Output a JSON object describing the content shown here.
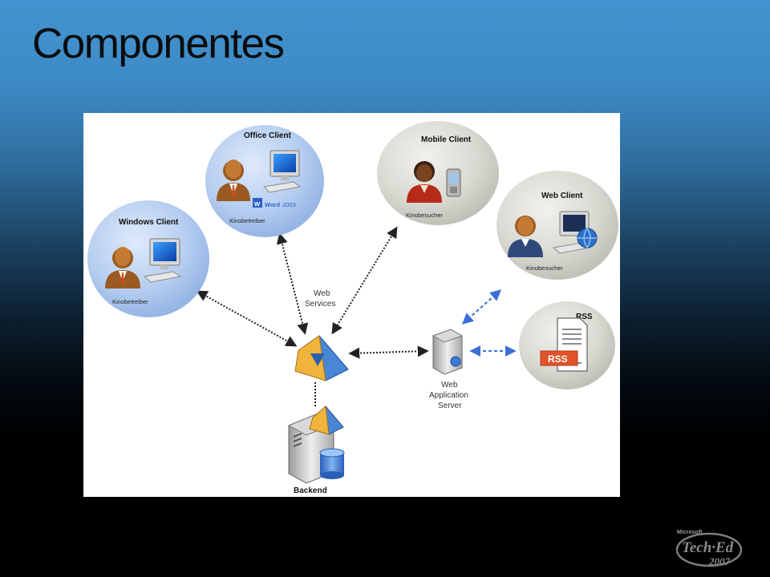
{
  "slide": {
    "title": "Componentes"
  },
  "diagram": {
    "nodes": {
      "office_client": {
        "title": "Office Client",
        "caption": "Kinobetreiber",
        "badge": "Word",
        "badge_year": "2003"
      },
      "windows_client": {
        "title": "Windows Client",
        "caption": "Kinobetreiber"
      },
      "mobile_client": {
        "title": "Mobile Client",
        "caption": "Kinobesucher"
      },
      "web_client": {
        "title": "Web Client",
        "caption": "Kinobesucher"
      },
      "rss": {
        "title": "RSS",
        "badge": "RSS"
      },
      "web_services": {
        "line1": "Web",
        "line2": "Services"
      },
      "web_app_server": {
        "line1": "Web",
        "line2": "Application",
        "line3": "Server"
      },
      "backend": {
        "title": "Backend"
      }
    },
    "colors": {
      "client_bubble_blue": "#a9c4ec",
      "client_bubble_gray": "#d4d3cc",
      "data_link": "#222222",
      "web_link": "#3b6fd6",
      "rss_badge": "#e0532a"
    }
  },
  "logo": {
    "brand": "Microsoft",
    "name": "Tech·Ed",
    "year": "2007"
  }
}
